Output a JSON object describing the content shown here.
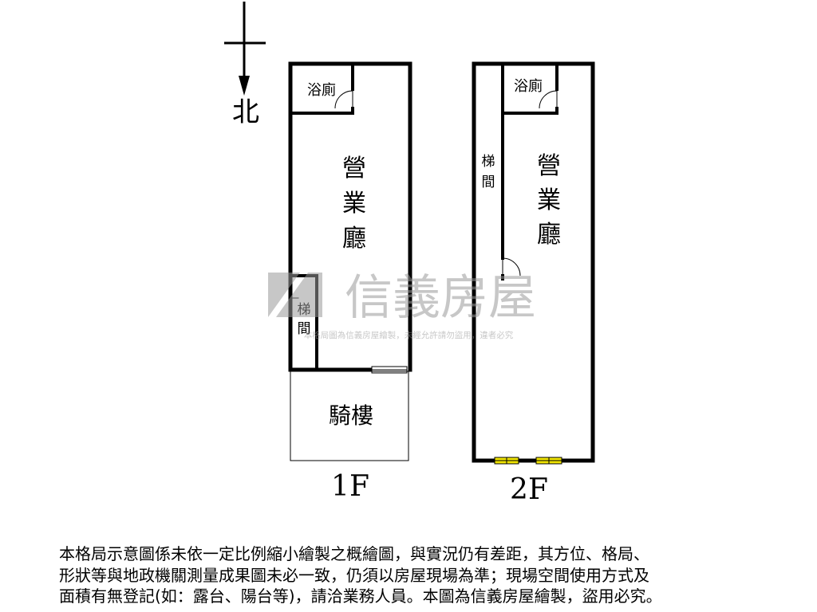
{
  "compass": {
    "label": "北"
  },
  "floor1": {
    "label": "1F",
    "rooms": {
      "bathroom": "浴廁",
      "hall": [
        "營",
        "業",
        "廳"
      ],
      "stairs": [
        "梯",
        "間"
      ],
      "arcade": "騎樓"
    }
  },
  "floor2": {
    "label": "2F",
    "rooms": {
      "bathroom": "浴廁",
      "hall": [
        "營",
        "業",
        "廳"
      ],
      "stairs": [
        "梯",
        "間"
      ]
    }
  },
  "watermark": {
    "brand": "信義房屋",
    "notice": "本格局圖為信義房屋繪製，未經允許請勿盜用，違者必究"
  },
  "disclaimer": {
    "lines": [
      "本格局示意圖係未依一定比例縮小繪製之概繪圖，與實況仍有差距，其方位、格局、",
      "形狀等與地政機關測量成果圖未必一致，仍須以房屋現場為準；現場空間使用方式及",
      "面積有無登記(如：露台、陽台等)，請洽業務人員。本圖為信義房屋繪製，盜用必究。"
    ]
  },
  "colors": {
    "wall": "#000000",
    "window": "#f2e600",
    "watermark": "#9a9a9a"
  }
}
